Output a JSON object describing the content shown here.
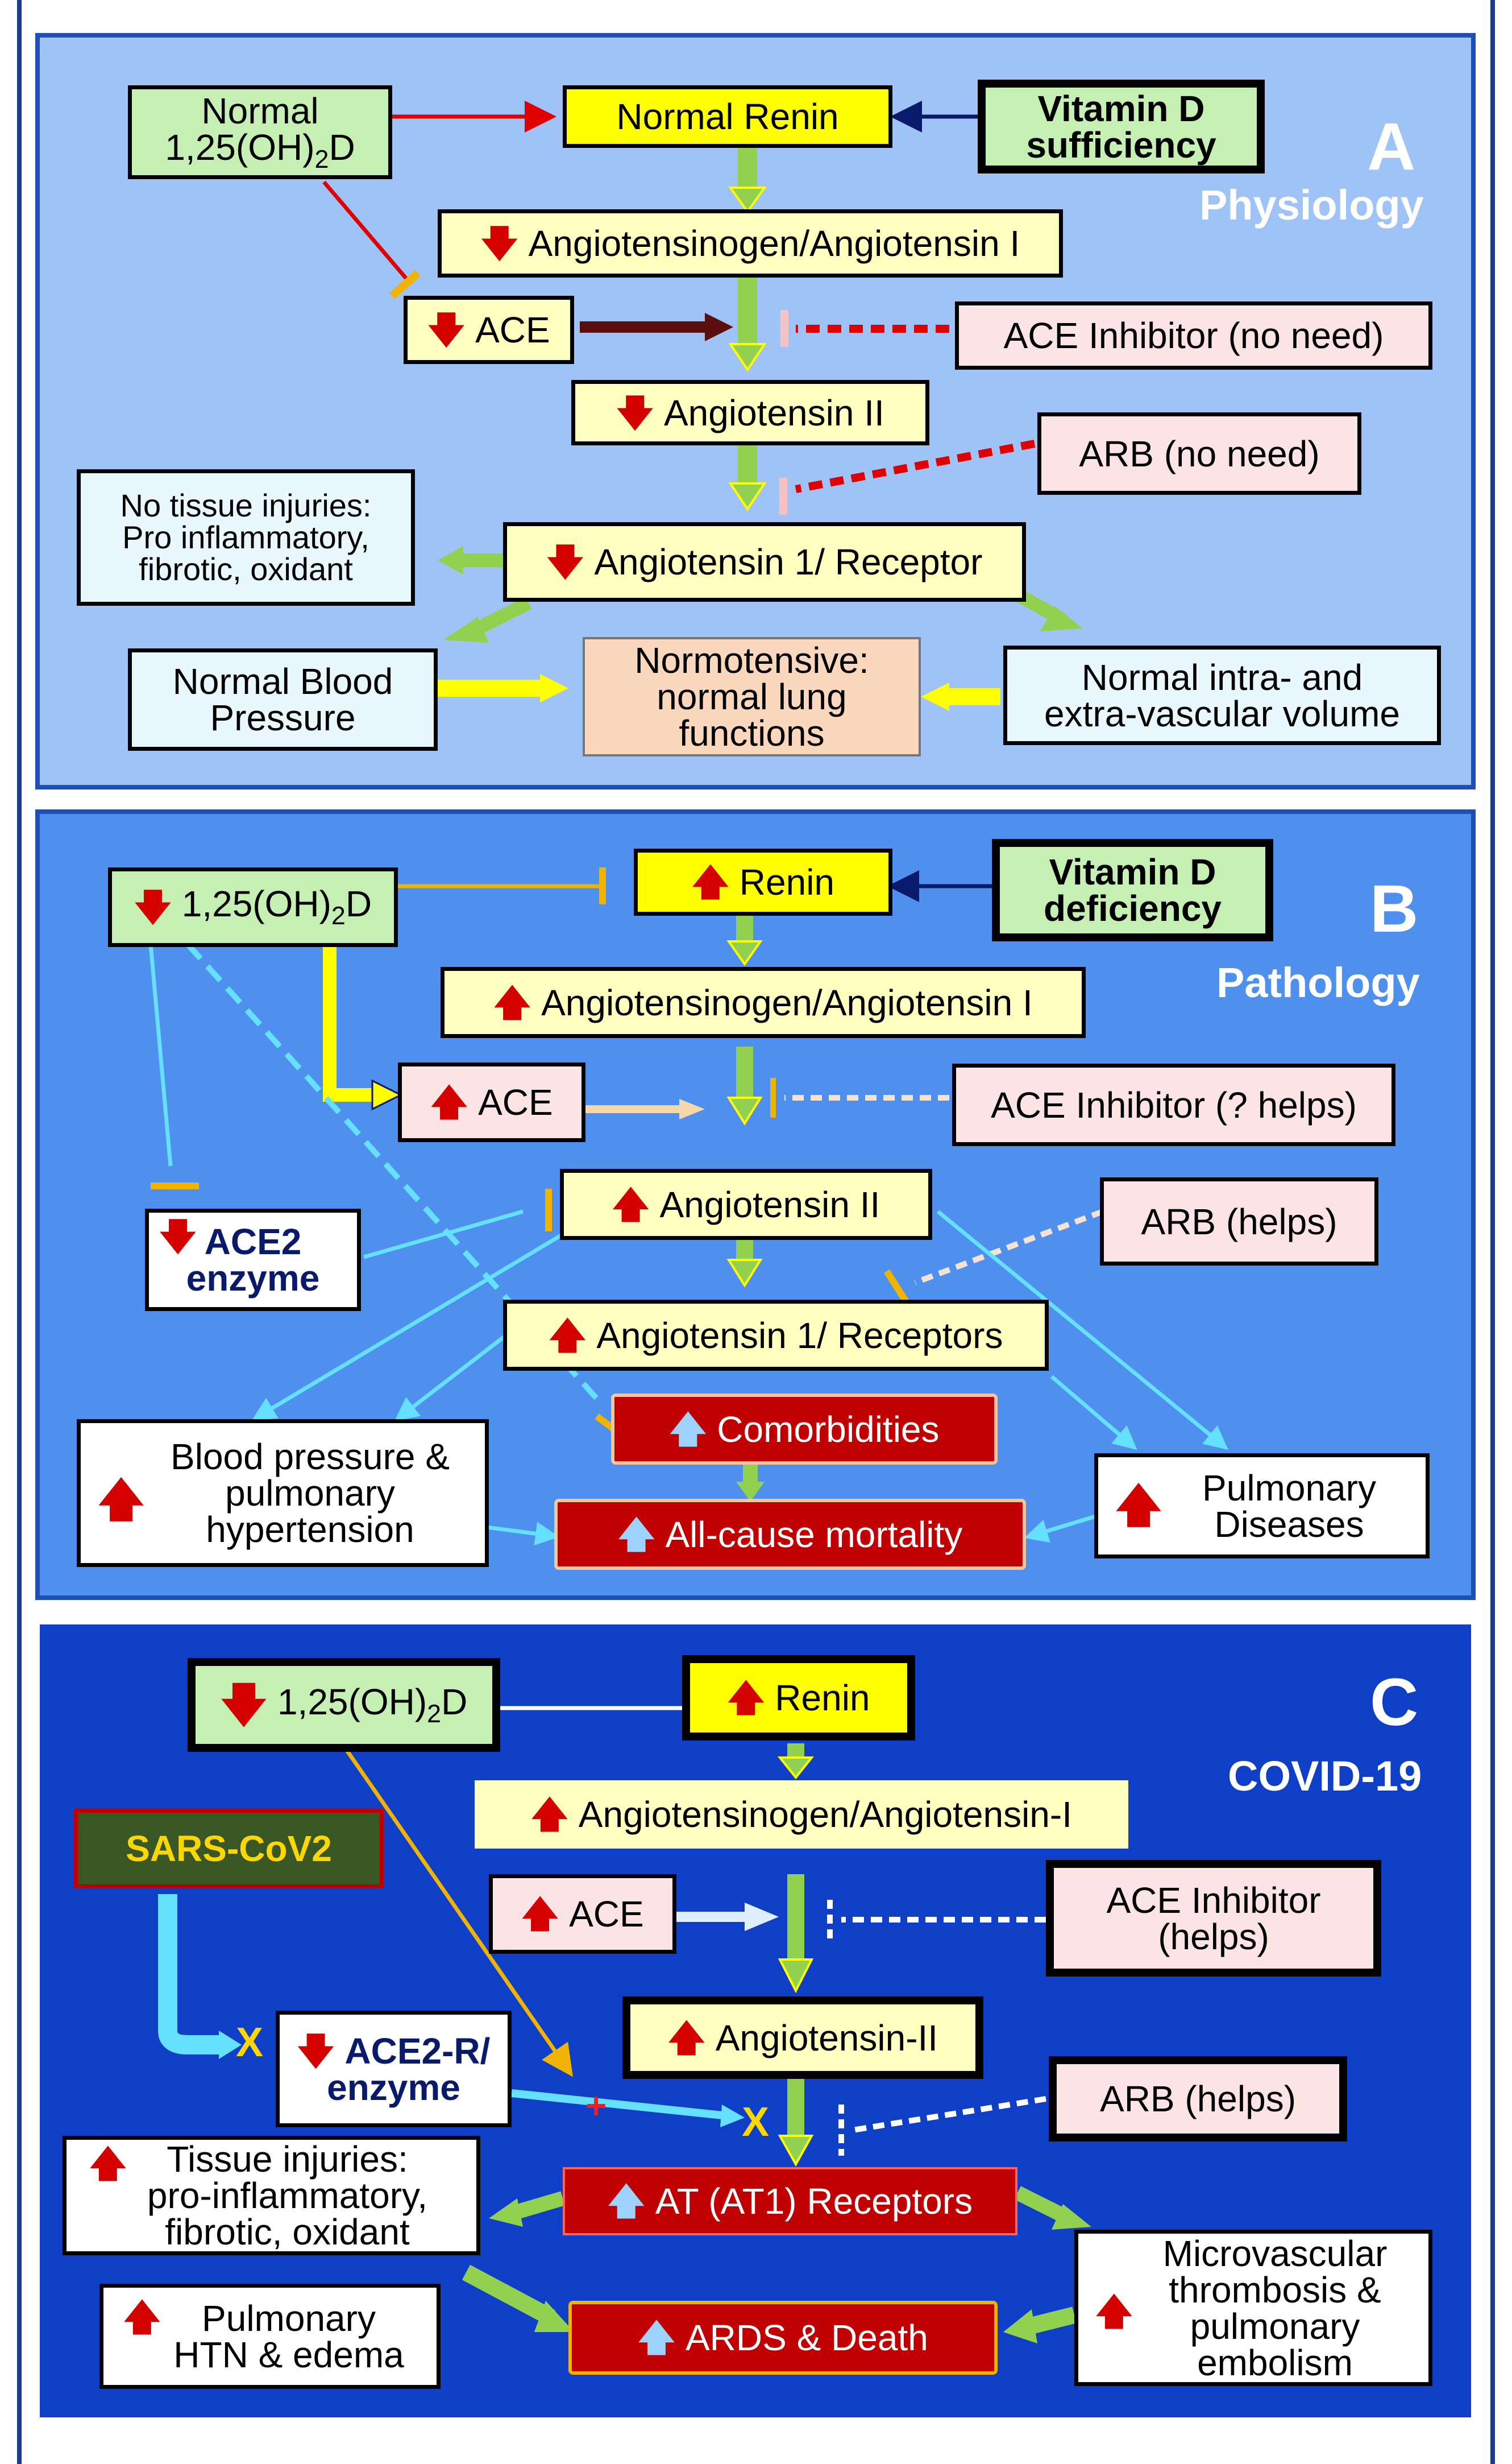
{
  "panel_a": {
    "letter": "A",
    "subtitle": "Physiology",
    "normal_vitd_l1": "Normal",
    "normal_vitd_l2a": "1,25(OH)",
    "normal_vitd_l2b": "2",
    "normal_vitd_l2c": "D",
    "renin": "Normal Renin",
    "vitd_suff_l1": "Vitamin D",
    "vitd_suff_l2": "sufficiency",
    "agt": "Angiotensinogen/Angiotensin I",
    "ace": "ACE",
    "ace_inhibitor": "ACE Inhibitor (no need)",
    "ang2": "Angiotensin II",
    "arb": "ARB (no need)",
    "no_injury_l1": "No tissue injuries:",
    "no_injury_l2": "Pro inflammatory,",
    "no_injury_l3": "fibrotic, oxidant",
    "receptor": "Angiotensin 1/ Receptor",
    "bp_l1": "Normal Blood",
    "bp_l2": "Pressure",
    "normo_l1": "Normotensive:",
    "normo_l2": "normal lung",
    "normo_l3": "functions",
    "volume_l1": "Normal intra- and",
    "volume_l2": "extra-vascular volume"
  },
  "panel_b": {
    "letter": "B",
    "subtitle": "Pathology",
    "vitd_a": "1,25(OH)",
    "vitd_b": "2",
    "vitd_c": "D",
    "renin": "Renin",
    "vitd_def_l1": "Vitamin D",
    "vitd_def_l2": "deficiency",
    "agt": "Angiotensinogen/Angiotensin I",
    "ace": "ACE",
    "ace_inhibitor": "ACE Inhibitor (? helps)",
    "ace2_l1": "ACE2",
    "ace2_l2": "enzyme",
    "ang2": "Angiotensin II",
    "arb": "ARB (helps)",
    "receptors": "Angiotensin 1/ Receptors",
    "bp_l1": "Blood pressure &",
    "bp_l2": "pulmonary",
    "bp_l3": "hypertension",
    "comorbidities": "Comorbidities",
    "mortality": "All-cause mortality",
    "pulm_l1": "Pulmonary",
    "pulm_l2": "Diseases"
  },
  "panel_c": {
    "letter": "C",
    "subtitle": "COVID-19",
    "vitd_a": "1,25(OH)",
    "vitd_b": "2",
    "vitd_c": "D",
    "renin": "Renin",
    "agt": "Angiotensinogen/Angiotensin-I",
    "sars": "SARS-CoV2",
    "ace": "ACE",
    "ace_inhibitor_l1": "ACE Inhibitor",
    "ace_inhibitor_l2": "(helps)",
    "ang2": "Angiotensin-II",
    "ace2r_l1": "ACE2-R/",
    "ace2r_l2": "enzyme",
    "arb": "ARB (helps)",
    "x_mark": "X",
    "plus_mark": "+",
    "injury_l1": "Tissue injuries:",
    "injury_l2": "pro-inflammatory,",
    "injury_l3": "fibrotic, oxidant",
    "at1": "AT (AT1) Receptors",
    "pulm_htn_l1": "Pulmonary",
    "pulm_htn_l2": "HTN & edema",
    "ards": "ARDS & Death",
    "micro_l1": "Microvascular",
    "micro_l2": "thrombosis &",
    "micro_l3": "pulmonary",
    "micro_l4": "embolism"
  },
  "glyphs": {
    "up_arrow": "🡅",
    "down_arrow": "🡇"
  },
  "colors": {
    "panel_a_bg": "#9fc3f7",
    "panel_b_bg": "#4f8fee",
    "panel_c_bg": "#0f3fc7",
    "renin_yellow": "#ffff00",
    "highlight_red": "#c00000",
    "arrow_green": "#92d050",
    "arrow_cyan": "#66e0ff",
    "inhibit_red": "#e00000"
  }
}
